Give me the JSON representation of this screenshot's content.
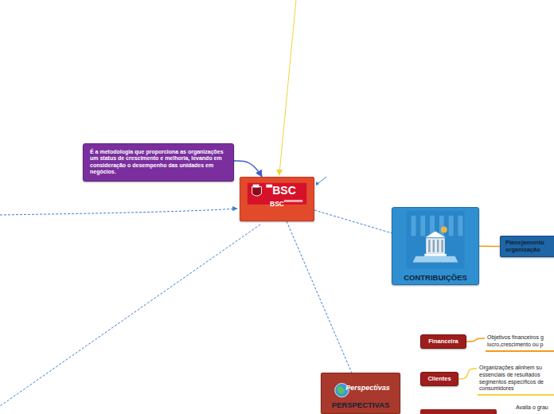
{
  "diagram": {
    "nodes": [
      {
        "text": [
          "É a metodologia que proporciona as organizações um status de crescimento e melhoria, levando em consideração o desempenho das unidades em negócios."
        ]
      },
      {
        "text": [
          "BSC",
          "BSC"
        ]
      },
      {
        "text": [
          "CONTRIBUIÇÕES"
        ]
      },
      {
        "text": [
          "Planejamento organização"
        ]
      },
      {
        "text": [
          "Perspectivas",
          "PERSPECTIVAS"
        ]
      },
      {
        "text": [
          "Financeira"
        ]
      },
      {
        "text": [
          "Objetivos financeiros g lucro,crescimento ou p"
        ]
      },
      {
        "text": [
          "Clientes"
        ]
      },
      {
        "text": [
          "Organizações alinhem su essenciais de resultados segmentos específicos de consumidores"
        ]
      }
    ],
    "edges": [
      {
        "from": 0,
        "to": 1,
        "arrow": "to"
      },
      {
        "from": 1,
        "to": 2,
        "arrow": "none"
      },
      {
        "from": 1,
        "to": 4,
        "arrow": "none"
      },
      {
        "from": 2,
        "to": 3,
        "arrow": "none"
      },
      {
        "from": 5,
        "to": 6,
        "arrow": "none"
      },
      {
        "from": 7,
        "to": 8,
        "arrow": "none"
      }
    ],
    "labels": [
      "Avalia o grau"
    ]
  }
}
